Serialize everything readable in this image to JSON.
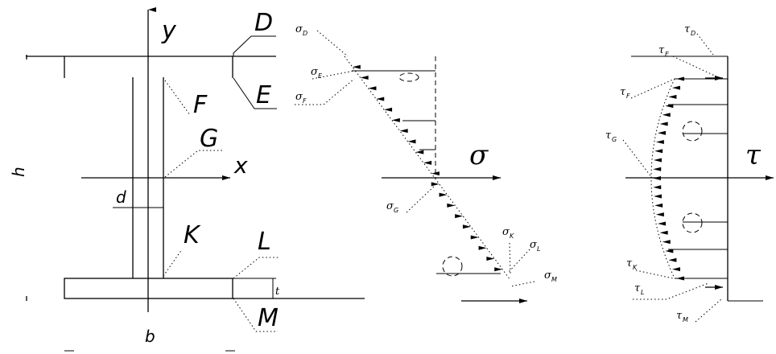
{
  "section_labels": {
    "y": "y",
    "x": "x",
    "D": "D",
    "E": "E",
    "F": "F",
    "G": "G",
    "K": "K",
    "L": "L",
    "M": "M",
    "h": "h",
    "b": "b",
    "d": "d",
    "t": "t"
  },
  "sigma_diagram": {
    "axis_label": "σ",
    "points": [
      {
        "sym": "σ",
        "sub": "D"
      },
      {
        "sym": "σ",
        "sub": "E"
      },
      {
        "sym": "σ",
        "sub": "F"
      },
      {
        "sym": "σ",
        "sub": "G"
      },
      {
        "sym": "σ",
        "sub": "K"
      },
      {
        "sym": "σ",
        "sub": "L"
      },
      {
        "sym": "σ",
        "sub": "M"
      }
    ]
  },
  "tau_diagram": {
    "axis_label": "τ",
    "points": [
      {
        "sym": "τ",
        "sub": "D"
      },
      {
        "sym": "τ",
        "sub": "E"
      },
      {
        "sym": "τ",
        "sub": "F"
      },
      {
        "sym": "τ",
        "sub": "G"
      },
      {
        "sym": "τ",
        "sub": "K"
      },
      {
        "sym": "τ",
        "sub": "L"
      },
      {
        "sym": "τ",
        "sub": "M"
      }
    ]
  }
}
